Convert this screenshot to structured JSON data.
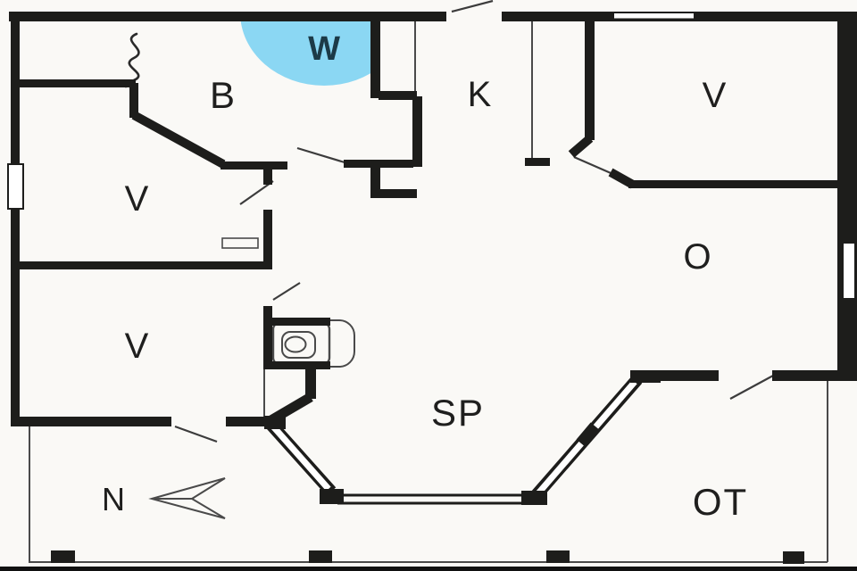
{
  "figure": {
    "type": "floor-plan",
    "description": "Black and white house floor plan with one highlighted wet zone and a covered terrace"
  },
  "rooms": [
    {
      "id": "wet-room",
      "label": "W"
    },
    {
      "id": "bathroom",
      "label": "B"
    },
    {
      "id": "kitchen",
      "label": "K"
    },
    {
      "id": "bedroom-top-right",
      "label": "V"
    },
    {
      "id": "bedroom-mid-left",
      "label": "V"
    },
    {
      "id": "bedroom-bottom-left",
      "label": "V"
    },
    {
      "id": "living-room",
      "label": "O"
    },
    {
      "id": "dining-area",
      "label": "SP"
    },
    {
      "id": "terrace",
      "label": "OT"
    }
  ],
  "compass": {
    "label": "N",
    "arrow_direction": "left"
  },
  "fixtures": [
    "toilet",
    "cable-squiggle",
    "bay-windows",
    "terrace-posts"
  ],
  "colors": {
    "wall": "#1d1d1b",
    "background": "#faf9f6",
    "wet_zone_highlight": "#8bd7f3",
    "wet_label": "#1c3a47",
    "room_label": "#1f1f1e",
    "thin_line": "#4a4a4a"
  }
}
